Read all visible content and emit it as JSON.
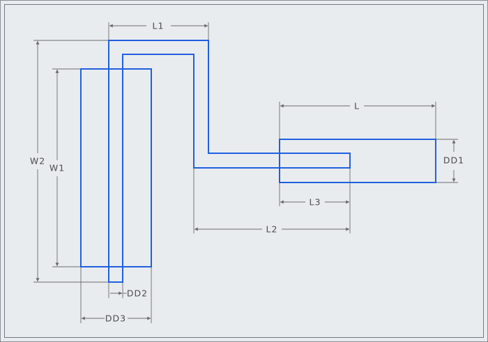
{
  "colors": {
    "background": "#e9ecef",
    "outer_border": "#8a8f94",
    "inner_border": "#6f7a86",
    "geometry": "#1f5fe0",
    "dimension": "#6a6a6a",
    "label": "#4a4a4a"
  },
  "dimensions": {
    "l1": "L1",
    "l": "L",
    "l2": "L2",
    "l3": "L3",
    "w1": "W1",
    "w2": "W2",
    "dd1": "DD1",
    "dd2": "DD2",
    "dd3": "DD3"
  }
}
